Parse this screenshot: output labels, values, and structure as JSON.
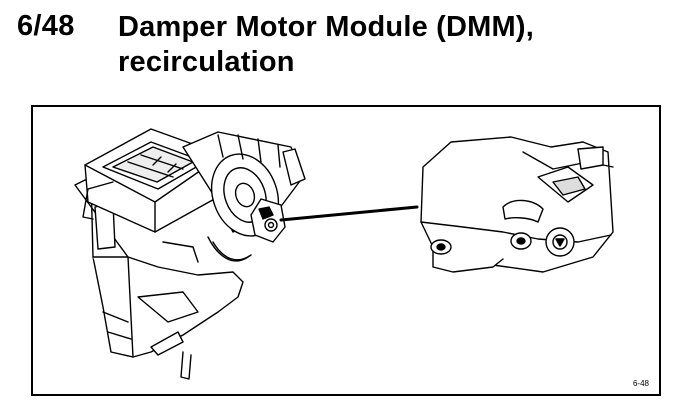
{
  "header": {
    "page_number": "6/48",
    "title_line1": "Damper Motor Module (DMM),",
    "title_line2": "recirculation"
  },
  "figure": {
    "reference": "6-48",
    "components": [
      "hvac-housing",
      "damper-motor-module"
    ]
  }
}
